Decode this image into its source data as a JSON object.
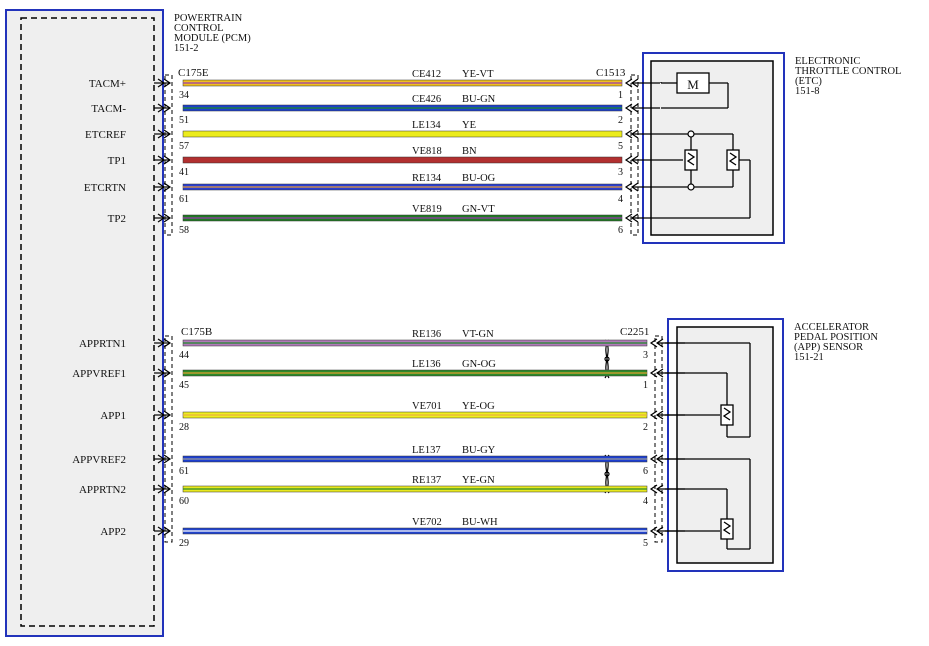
{
  "pcm": {
    "title_lines": [
      "POWERTRAIN",
      "CONTROL",
      "MODULE (PCM)",
      "151-2"
    ]
  },
  "etc": {
    "title_lines": [
      "ELECTRONIC",
      "THROTTLE CONTROL",
      "(ETC)",
      "151-8"
    ],
    "connector_left": "C175E",
    "connector_right": "C1513",
    "motor_symbol": "M",
    "circuits": [
      {
        "signal": "TACM+",
        "pcm_pin": "34",
        "circuit": "CE412",
        "color_code": "YE-VT",
        "comp_pin": "1",
        "main": "#f0c020",
        "stripe": "#9b3bb0"
      },
      {
        "signal": "TACM-",
        "pcm_pin": "51",
        "circuit": "CE426",
        "color_code": "BU-GN",
        "comp_pin": "2",
        "main": "#1d3fcc",
        "stripe": "#1f8a2a"
      },
      {
        "signal": "ETCREF",
        "pcm_pin": "57",
        "circuit": "LE134",
        "color_code": "YE",
        "comp_pin": "5",
        "main": "#ecec1c",
        "stripe": ""
      },
      {
        "signal": "TP1",
        "pcm_pin": "41",
        "circuit": "VE818",
        "color_code": "BN",
        "comp_pin": "3",
        "main": "#b23030",
        "stripe": ""
      },
      {
        "signal": "ETCRTN",
        "pcm_pin": "61",
        "circuit": "RE134",
        "color_code": "BU-OG",
        "comp_pin": "4",
        "main": "#2a3fd0",
        "stripe": "#e79a3a"
      },
      {
        "signal": "TP2",
        "pcm_pin": "58",
        "circuit": "VE819",
        "color_code": "GN-VT",
        "comp_pin": "6",
        "main": "#1f7a22",
        "stripe": "#9b3bb0"
      }
    ]
  },
  "app": {
    "title_lines": [
      "ACCELERATOR",
      "PEDAL POSITION",
      "(APP) SENSOR",
      "151-21"
    ],
    "connector_left": "C175B",
    "connector_right": "C2251",
    "circuits": [
      {
        "signal": "APPRTN1",
        "pcm_pin": "44",
        "circuit": "RE136",
        "color_code": "VT-GN",
        "comp_pin": "3",
        "main": "#b07ab8",
        "stripe": "#1f8a2a"
      },
      {
        "signal": "APPVREF1",
        "pcm_pin": "45",
        "circuit": "LE136",
        "color_code": "GN-OG",
        "comp_pin": "1",
        "main": "#2e8a2a",
        "stripe": "#e0a030"
      },
      {
        "signal": "APP1",
        "pcm_pin": "28",
        "circuit": "VE701",
        "color_code": "YE-OG",
        "comp_pin": "2",
        "main": "#eeee20",
        "stripe": "#e7b040"
      },
      {
        "signal": "APPVREF2",
        "pcm_pin": "61",
        "circuit": "LE137",
        "color_code": "BU-GY",
        "comp_pin": "6",
        "main": "#1d3fd0",
        "stripe": "#9a9a9a"
      },
      {
        "signal": "APPRTN2",
        "pcm_pin": "60",
        "circuit": "RE137",
        "color_code": "YE-GN",
        "comp_pin": "4",
        "main": "#e8e820",
        "stripe": "#2a8a2a"
      },
      {
        "signal": "APP2",
        "pcm_pin": "29",
        "circuit": "VE702",
        "color_code": "BU-WH",
        "comp_pin": "5",
        "main": "#2244cc",
        "stripe": "#ffffff"
      }
    ]
  },
  "colors": {
    "module_border": "#2233bb",
    "module_fill": "#efefef",
    "line": "#000000"
  }
}
